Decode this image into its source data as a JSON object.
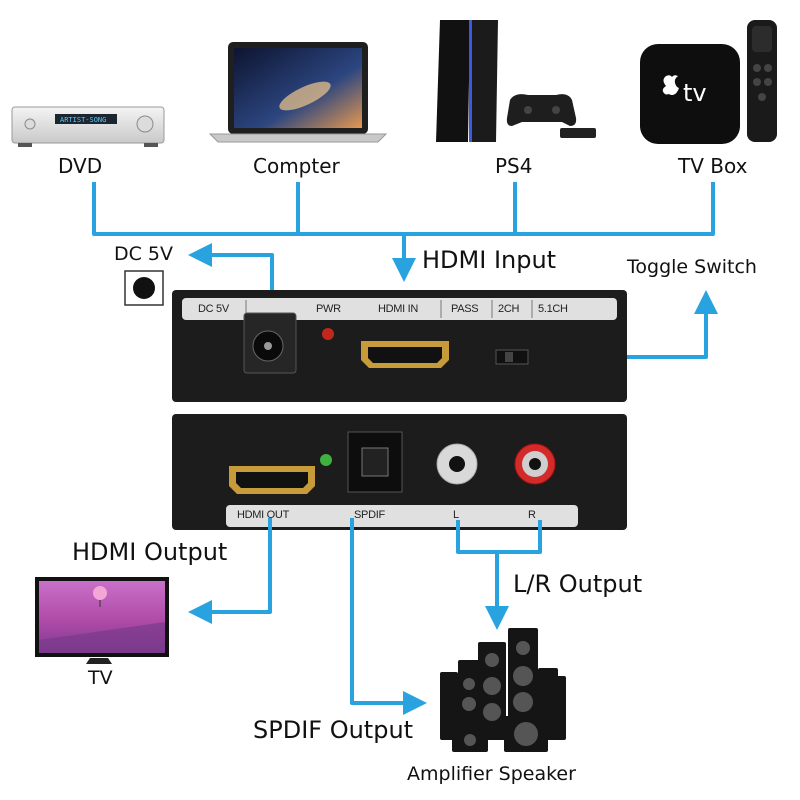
{
  "sources": [
    {
      "label": "DVD",
      "icon": "av-receiver-icon"
    },
    {
      "label": "Compter",
      "icon": "laptop-icon"
    },
    {
      "label": "PS4",
      "icon": "game-console-icon"
    },
    {
      "label": "TV Box",
      "icon": "tv-box-icon"
    }
  ],
  "dc_label": "DC 5V",
  "hdmi_input_label": "HDMI Input",
  "toggle_label": "Toggle Switch",
  "front_panel": [
    "DC 5V",
    "PWR",
    "HDMI IN",
    "PASS",
    "2CH",
    "5.1CH"
  ],
  "back_panel": [
    "HDMI OUT",
    "SPDIF",
    "L",
    "R"
  ],
  "hdmi_output_label": "HDMI Output",
  "tv_label": "TV",
  "lr_output_label": "L/R Output",
  "spdif_output_label": "SPDIF Output",
  "speaker_label": "Amplifier Speaker",
  "tv_box_logo": "tv",
  "colors": {
    "arrow": "#29a3e0",
    "device": "#1c1c1c",
    "strip": "#e0e0e0"
  }
}
